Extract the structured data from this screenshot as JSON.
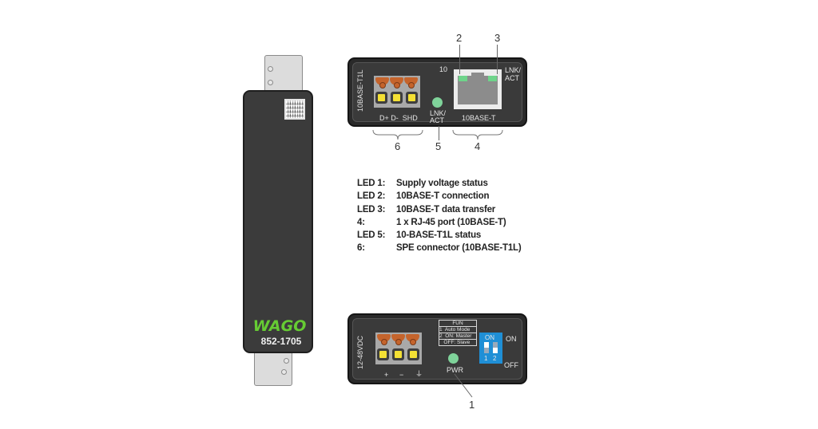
{
  "device": {
    "brand": "WAGO",
    "model": "852-1705",
    "colors": {
      "body": "#3b3b3b",
      "brand_green": "#66cc33",
      "led_green": "#7fd39a",
      "terminal_orange": "#c5642c",
      "terminal_yellow": "#f4e034",
      "dip_blue": "#1f8fd6"
    }
  },
  "top_panel": {
    "side_label": "10BASE-T1L",
    "terminal_labels": "D+ D-  SHD",
    "speed_label": "10",
    "led5_label_line1": "LNK/",
    "led5_label_line2": "ACT",
    "rj45_label": "10BASE-T",
    "lnk_act_line1": "LNK/",
    "lnk_act_line2": "ACT"
  },
  "bottom_panel": {
    "side_label": "12-48VDC",
    "terminal_plus": "+",
    "terminal_minus": "−",
    "terminal_ground": "⏚",
    "pwr_label": "PWR",
    "fun_table": {
      "header": "FUN",
      "row1": "1  Auto Mode",
      "row2a": "2  ON: Master",
      "row2b": "   OFF: Slave"
    },
    "dip": {
      "on_text": "ON",
      "sw1": "1",
      "sw2": "2",
      "sw1_state": "on",
      "sw2_state": "off"
    },
    "on_label": "ON",
    "off_label": "OFF"
  },
  "callouts": {
    "c1": "1",
    "c2": "2",
    "c3": "3",
    "c4": "4",
    "c5": "5",
    "c6": "6"
  },
  "legend": [
    {
      "key": "LED 1:",
      "value": "Supply voltage status"
    },
    {
      "key": "LED 2:",
      "value": "10BASE-T connection"
    },
    {
      "key": "LED 3:",
      "value": "10BASE-T data transfer"
    },
    {
      "key": "4:",
      "value": "1 x RJ-45 port (10BASE-T)"
    },
    {
      "key": "LED 5:",
      "value": "10-BASE-T1L status"
    },
    {
      "key": "6:",
      "value": "SPE connector (10BASE-T1L)"
    }
  ]
}
